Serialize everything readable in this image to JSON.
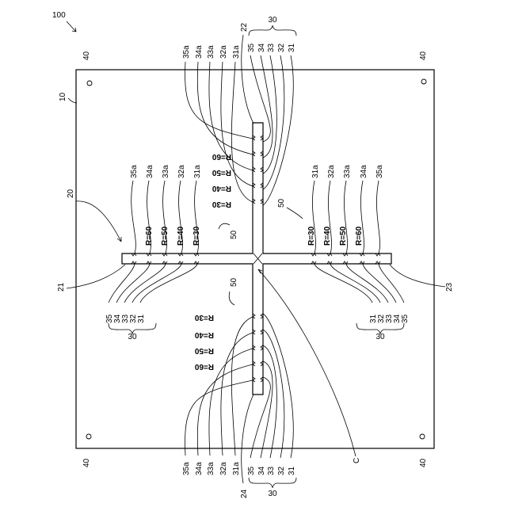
{
  "figure": {
    "device_ref": "100",
    "substrate_ref": "10",
    "hole_ref": "40",
    "cross_ref": "20",
    "arm_refs": {
      "left": "21",
      "top": "22",
      "right": "23",
      "bottom": "24"
    },
    "group_ref": "30",
    "gap_ref": "50",
    "center_ref": "C",
    "wire_refs": [
      "35",
      "34",
      "33",
      "32",
      "31"
    ],
    "pad_refs": [
      "35a",
      "34a",
      "33a",
      "32a",
      "31a"
    ],
    "radius_labels": [
      "R=30",
      "R=40",
      "R=50",
      "R=60"
    ]
  }
}
